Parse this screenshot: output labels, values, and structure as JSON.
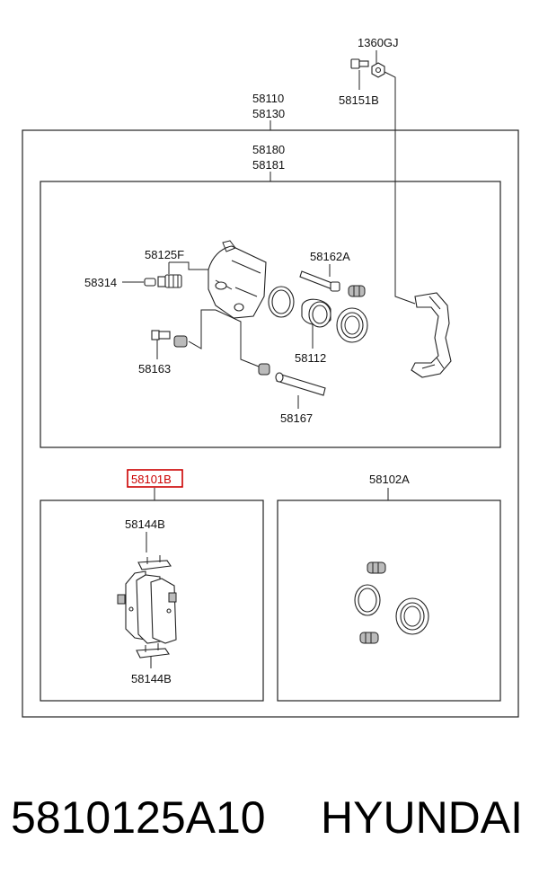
{
  "labels": {
    "top_bolt": "1360GJ",
    "top_washer": "58151B",
    "assembly_a": "58110",
    "assembly_b": "58130",
    "caliper_a": "58180",
    "caliper_b": "58181",
    "bleeder": "58125F",
    "cap": "58314",
    "guide_pin_a": "58162A",
    "bolt": "58163",
    "piston": "58112",
    "guide_pin_b": "58167",
    "pad_kit": "58101B",
    "seal_kit": "58102A",
    "shim_top": "58144B",
    "shim_bottom": "58144B"
  },
  "footer": {
    "part_number": "5810125A10",
    "brand": "HYUNDAI"
  },
  "colors": {
    "highlight": "#cc0000",
    "line": "#222222"
  }
}
